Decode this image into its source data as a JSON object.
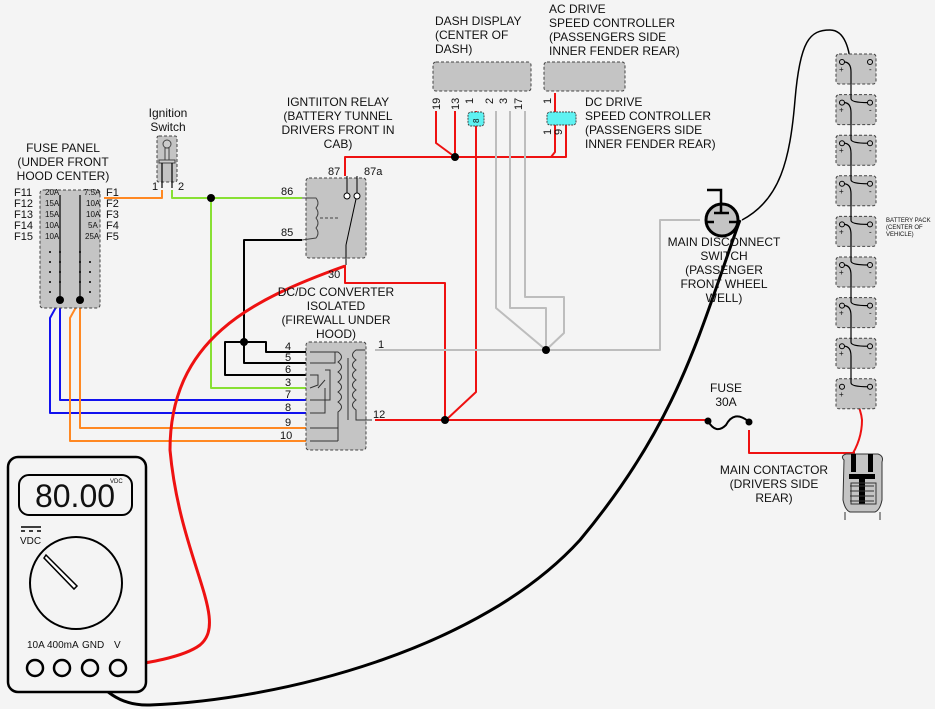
{
  "fuse_panel": {
    "title": [
      "FUSE PANEL",
      "(UNDER FRONT",
      "HOOD CENTER)"
    ],
    "left_fuses": [
      {
        "id": "F11",
        "rating": "20A"
      },
      {
        "id": "F12",
        "rating": "15A"
      },
      {
        "id": "F13",
        "rating": "15A"
      },
      {
        "id": "F14",
        "rating": "10A"
      },
      {
        "id": "F15",
        "rating": "10A"
      }
    ],
    "right_fuses": [
      {
        "id": "F1",
        "rating": "7.5A"
      },
      {
        "id": "F2",
        "rating": "10A"
      },
      {
        "id": "F3",
        "rating": "10A"
      },
      {
        "id": "F4",
        "rating": "5A"
      },
      {
        "id": "F5",
        "rating": "25A"
      }
    ]
  },
  "ignition_switch": {
    "title": [
      "Ignition",
      "Switch"
    ],
    "pins": [
      "1",
      "2"
    ]
  },
  "ignition_relay": {
    "title": [
      "IGNTIITON RELAY",
      "(BATTERY TUNNEL",
      "DRIVERS FRONT IN",
      "CAB)"
    ],
    "pins": {
      "p87": "87",
      "p87a": "87a",
      "p86": "86",
      "p85": "85",
      "p30": "30"
    }
  },
  "dash_display": {
    "title": [
      "DASH DISPLAY",
      "(CENTER OF",
      "DASH)"
    ],
    "pins": [
      "19",
      "13",
      "1",
      "2",
      "3",
      "17"
    ],
    "connector_pin": "8"
  },
  "ac_drive": {
    "title": [
      "AC DRIVE",
      "SPEED CONTROLLER",
      "(PASSENGERS SIDE",
      "INNER FENDER REAR)"
    ],
    "pins": [
      "1"
    ]
  },
  "dc_drive": {
    "title": [
      "DC DRIVE",
      "SPEED CONTROLLER",
      "(PASSENGERS SIDE",
      "INNER FENDER REAR)"
    ],
    "pins": [
      "1",
      "9"
    ]
  },
  "dcdc_converter": {
    "title": [
      "DC/DC CONVERTER",
      "ISOLATED",
      "(FIREWALL UNDER",
      "HOOD)"
    ],
    "left_pins": [
      "4",
      "5",
      "6",
      "3",
      "7",
      "8",
      "9",
      "10"
    ],
    "right_pins": [
      "1",
      "12"
    ]
  },
  "main_disconnect": {
    "title": [
      "MAIN DISCONNECT",
      "SWITCH",
      "(PASSENGER",
      "FRONT WHEEL",
      "WELL)"
    ]
  },
  "battery_pack": {
    "title": [
      "BATTERY PACK",
      "(CENTER OF",
      "VEHICLE)"
    ],
    "cell_count": 9,
    "plus": "+",
    "minus": "-"
  },
  "fuse_30a": {
    "title": [
      "FUSE",
      "30A"
    ]
  },
  "main_contactor": {
    "title": [
      "MAIN CONTACTOR",
      "(DRIVERS SIDE",
      "REAR)"
    ]
  },
  "multimeter": {
    "reading": "80.00",
    "unit": "VDC",
    "mode": "VDC",
    "jacks": [
      "10A",
      "400mA",
      "GND",
      "V"
    ]
  }
}
